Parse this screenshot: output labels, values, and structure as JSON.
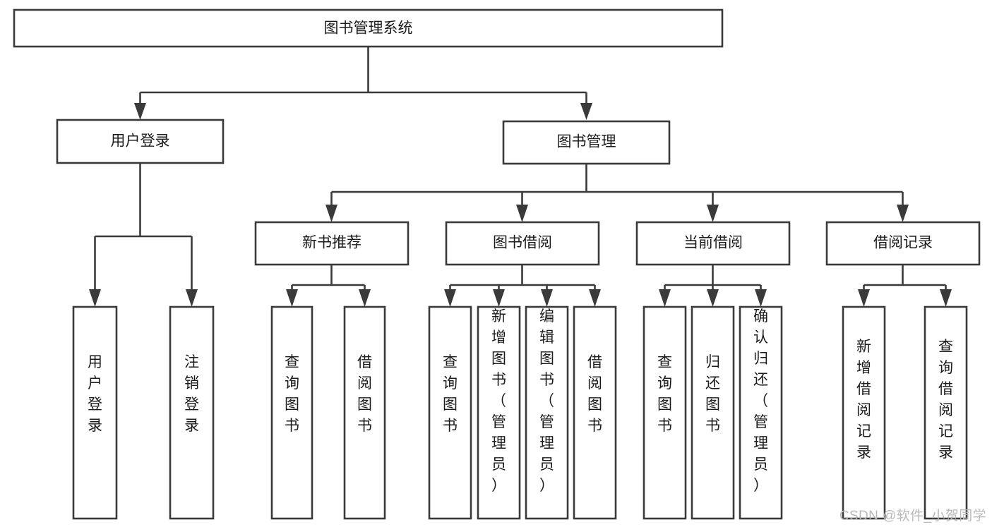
{
  "diagram": {
    "title": "图书管理系统",
    "type": "hierarchy-tree",
    "levels": 4,
    "orientation": "top-down",
    "box_fill": "#ffffff",
    "stroke_color": "#3a3a3a",
    "text_color": "#1b1b1b",
    "background": "#ffffff"
  },
  "root": {
    "label": "图书管理系统",
    "text_orientation": "horizontal"
  },
  "level2": [
    {
      "label": "用户登录",
      "text_orientation": "horizontal"
    },
    {
      "label": "图书管理",
      "text_orientation": "horizontal"
    }
  ],
  "level3": [
    {
      "label": "新书推荐",
      "text_orientation": "horizontal"
    },
    {
      "label": "图书借阅",
      "text_orientation": "horizontal"
    },
    {
      "label": "当前借阅",
      "text_orientation": "horizontal"
    },
    {
      "label": "借阅记录",
      "text_orientation": "horizontal"
    }
  ],
  "leaves": {
    "user_login": [
      {
        "label": "用户登录",
        "text_orientation": "vertical"
      },
      {
        "label": "注销登录",
        "text_orientation": "vertical"
      }
    ],
    "new_book_recommend": [
      {
        "label": "查询图书",
        "text_orientation": "vertical"
      },
      {
        "label": "借阅图书",
        "text_orientation": "vertical"
      }
    ],
    "book_borrow": [
      {
        "label": "查询图书",
        "text_orientation": "vertical"
      },
      {
        "label": "新增图书（管理员）",
        "text_orientation": "vertical"
      },
      {
        "label": "编辑图书（管理员）",
        "text_orientation": "vertical"
      },
      {
        "label": "借阅图书",
        "text_orientation": "vertical"
      }
    ],
    "current_borrow": [
      {
        "label": "查询图书",
        "text_orientation": "vertical"
      },
      {
        "label": "归还图书",
        "text_orientation": "vertical"
      },
      {
        "label": "确认归还（管理员）",
        "text_orientation": "vertical"
      }
    ],
    "borrow_record": [
      {
        "label": "新增借阅记录",
        "text_orientation": "vertical"
      },
      {
        "label": "查询借阅记录",
        "text_orientation": "vertical"
      }
    ]
  },
  "watermark": {
    "text": "CSDN @软件_小贺同学",
    "color": "#b9b9b9"
  }
}
